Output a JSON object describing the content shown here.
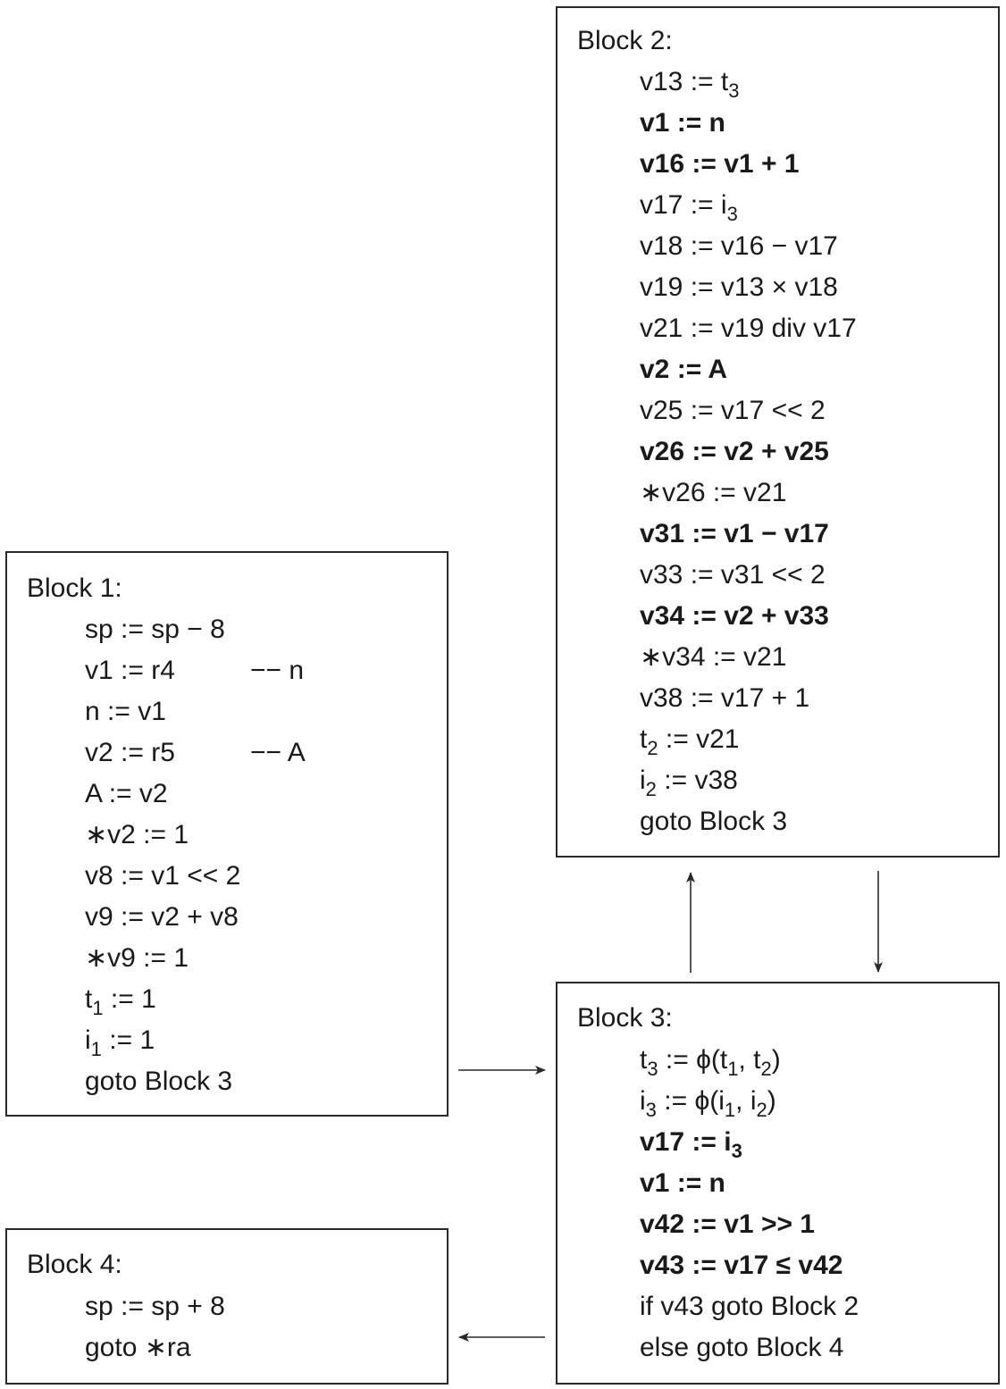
{
  "blocks": {
    "block2": {
      "title": "Block 2:",
      "lines": [
        {
          "parts": [
            {
              "t": "v13 := t"
            },
            {
              "sub": "3"
            }
          ],
          "bold": false
        },
        {
          "parts": [
            {
              "t": "v1 := n"
            }
          ],
          "bold": true
        },
        {
          "parts": [
            {
              "t": "v16 := v1 + 1"
            }
          ],
          "bold": true
        },
        {
          "parts": [
            {
              "t": "v17 := i"
            },
            {
              "sub": "3"
            }
          ],
          "bold": false
        },
        {
          "parts": [
            {
              "t": "v18 := v16 − v17"
            }
          ],
          "bold": false
        },
        {
          "parts": [
            {
              "t": "v19 := v13 × v18"
            }
          ],
          "bold": false
        },
        {
          "parts": [
            {
              "t": "v21 := v19 div v17"
            }
          ],
          "bold": false
        },
        {
          "parts": [
            {
              "t": "v2 := A"
            }
          ],
          "bold": true
        },
        {
          "parts": [
            {
              "t": "v25 := v17 << 2"
            }
          ],
          "bold": false
        },
        {
          "parts": [
            {
              "t": "v26 := v2 + v25"
            }
          ],
          "bold": true
        },
        {
          "parts": [
            {
              "t": "∗v26 := v21"
            }
          ],
          "bold": false
        },
        {
          "parts": [
            {
              "t": "v31 := v1 − v17"
            }
          ],
          "bold": true
        },
        {
          "parts": [
            {
              "t": "v33 := v31 << 2"
            }
          ],
          "bold": false
        },
        {
          "parts": [
            {
              "t": "v34 := v2 + v33"
            }
          ],
          "bold": true
        },
        {
          "parts": [
            {
              "t": "∗v34 := v21"
            }
          ],
          "bold": false
        },
        {
          "parts": [
            {
              "t": "v38 := v17 + 1"
            }
          ],
          "bold": false
        },
        {
          "parts": [
            {
              "t": "t"
            },
            {
              "sub": "2"
            },
            {
              "t": " := v21"
            }
          ],
          "bold": false
        },
        {
          "parts": [
            {
              "t": "i"
            },
            {
              "sub": "2"
            },
            {
              "t": " := v38"
            }
          ],
          "bold": false
        },
        {
          "parts": [
            {
              "t": "goto Block 3"
            }
          ],
          "bold": false
        }
      ]
    },
    "block1": {
      "title": "Block 1:",
      "lines": [
        {
          "parts": [
            {
              "t": "sp := sp − 8"
            }
          ],
          "bold": false
        },
        {
          "parts": [
            {
              "t": "v1 := r4"
            }
          ],
          "bold": false,
          "comment": "−− n"
        },
        {
          "parts": [
            {
              "t": "n := v1"
            }
          ],
          "bold": false
        },
        {
          "parts": [
            {
              "t": "v2 := r5"
            }
          ],
          "bold": false,
          "comment": "−− A"
        },
        {
          "parts": [
            {
              "t": "A := v2"
            }
          ],
          "bold": false
        },
        {
          "parts": [
            {
              "t": "∗v2 := 1"
            }
          ],
          "bold": false
        },
        {
          "parts": [
            {
              "t": "v8 := v1 << 2"
            }
          ],
          "bold": false
        },
        {
          "parts": [
            {
              "t": "v9 := v2 + v8"
            }
          ],
          "bold": false
        },
        {
          "parts": [
            {
              "t": "∗v9  := 1"
            }
          ],
          "bold": false
        },
        {
          "parts": [
            {
              "t": "t"
            },
            {
              "sub": "1"
            },
            {
              "t": " := 1"
            }
          ],
          "bold": false
        },
        {
          "parts": [
            {
              "t": "i"
            },
            {
              "sub": "1"
            },
            {
              "t": " := 1"
            }
          ],
          "bold": false
        },
        {
          "parts": [
            {
              "t": "goto Block 3"
            }
          ],
          "bold": false
        }
      ]
    },
    "block3": {
      "title": "Block 3:",
      "lines": [
        {
          "parts": [
            {
              "t": "t"
            },
            {
              "sub": "3"
            },
            {
              "t": " := ϕ(t"
            },
            {
              "sub": "1"
            },
            {
              "t": ", t"
            },
            {
              "sub": "2"
            },
            {
              "t": ")"
            }
          ],
          "bold": false
        },
        {
          "parts": [
            {
              "t": "i"
            },
            {
              "sub": "3"
            },
            {
              "t": " := ϕ(i"
            },
            {
              "sub": "1"
            },
            {
              "t": ", i"
            },
            {
              "sub": "2"
            },
            {
              "t": ")"
            }
          ],
          "bold": false
        },
        {
          "parts": [
            {
              "t": "v17 := i"
            },
            {
              "sub": "3"
            }
          ],
          "bold": true
        },
        {
          "parts": [
            {
              "t": "v1 := n"
            }
          ],
          "bold": true
        },
        {
          "parts": [
            {
              "t": "v42 := v1 >> 1"
            }
          ],
          "bold": true
        },
        {
          "parts": [
            {
              "t": "v43 := v17 ≤ v42"
            }
          ],
          "bold": true
        },
        {
          "parts": [
            {
              "t": "if v43 goto Block 2"
            }
          ],
          "bold": false
        },
        {
          "parts": [
            {
              "t": "else goto Block 4"
            }
          ],
          "bold": false
        }
      ]
    },
    "block4": {
      "title": "Block 4:",
      "lines": [
        {
          "parts": [
            {
              "t": "sp := sp + 8"
            }
          ],
          "bold": false
        },
        {
          "parts": [
            {
              "t": "goto ∗ra"
            }
          ],
          "bold": false
        }
      ]
    }
  },
  "colors": {
    "ink": "#1a1a1a",
    "border": "#2a2a2a",
    "background": "#ffffff"
  }
}
